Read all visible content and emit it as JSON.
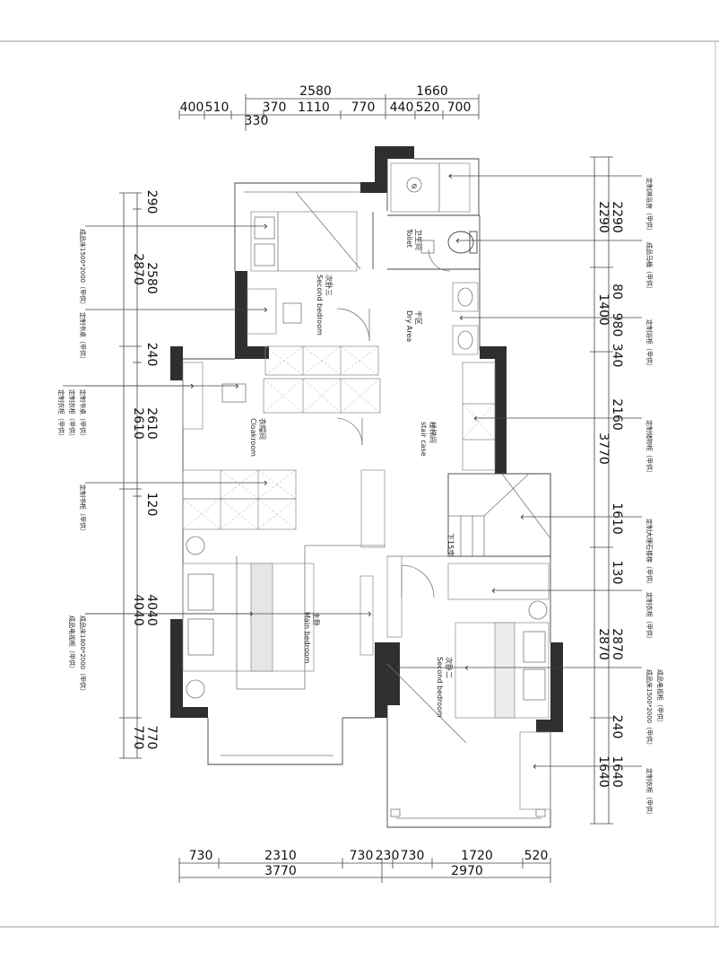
{
  "top_dims": {
    "row1": [
      "2580",
      "1660"
    ],
    "row2": [
      "400",
      "510",
      "370",
      "1110",
      "770",
      "440",
      "520",
      "700"
    ],
    "row3": [
      "330"
    ]
  },
  "bottom_dims": {
    "row1": [
      "730",
      "2310",
      "730",
      "230",
      "730",
      "1720",
      "520"
    ],
    "row2": [
      "3770",
      "2970"
    ]
  },
  "left_dims": {
    "inner": [
      "290",
      "2580",
      "240",
      "2610",
      "120",
      "4040",
      "770"
    ],
    "outer": [
      "2870",
      "2610",
      "4040",
      "770"
    ]
  },
  "right_dims": {
    "inner": [
      "2290",
      "80",
      "980",
      "340",
      "2160",
      "1610",
      "130",
      "2870",
      "240",
      "1640"
    ],
    "outer": [
      "2290",
      "1400",
      "3770",
      "2870",
      "1640"
    ]
  },
  "left_notes": [
    "成品床1500*2000（甲供）",
    "定制书桌（甲供）",
    "定制书桌（甲供）",
    "定制衣柜（甲供）",
    "定制书柜（甲供）",
    "定制衣柜（甲供）",
    "成品床1800*2000（甲供）",
    "成品电视柜（甲供）"
  ],
  "right_notes": [
    "定制淋浴房（甲供）",
    "成品马桶（甲供）",
    "定制浴柜（甲供）",
    "定制储物柜（甲供）",
    "定制大理石楼梯（甲供）",
    "定制衣柜（甲供）",
    "成品床1500*2000（甲供）",
    "成品电视柜（甲供）",
    "定制衣柜（甲供）"
  ],
  "rooms": {
    "toilet_cn": "卫生间",
    "toilet_en": "Toilet",
    "dry_cn": "干区",
    "dry_en": "Dry Area",
    "second_bed_cn": "次卧三",
    "second_bed_en": "Second bedroom",
    "cloak_cn": "衣帽间",
    "cloak_en": "Cloakroom",
    "stair_cn": "楼梯间",
    "stair_en": "stair case",
    "stair_note": "下15步",
    "master_cn": "主卧",
    "master_en": "Main bedroom",
    "second2_cn": "次卧二",
    "second2_en": "Second bedroom"
  }
}
